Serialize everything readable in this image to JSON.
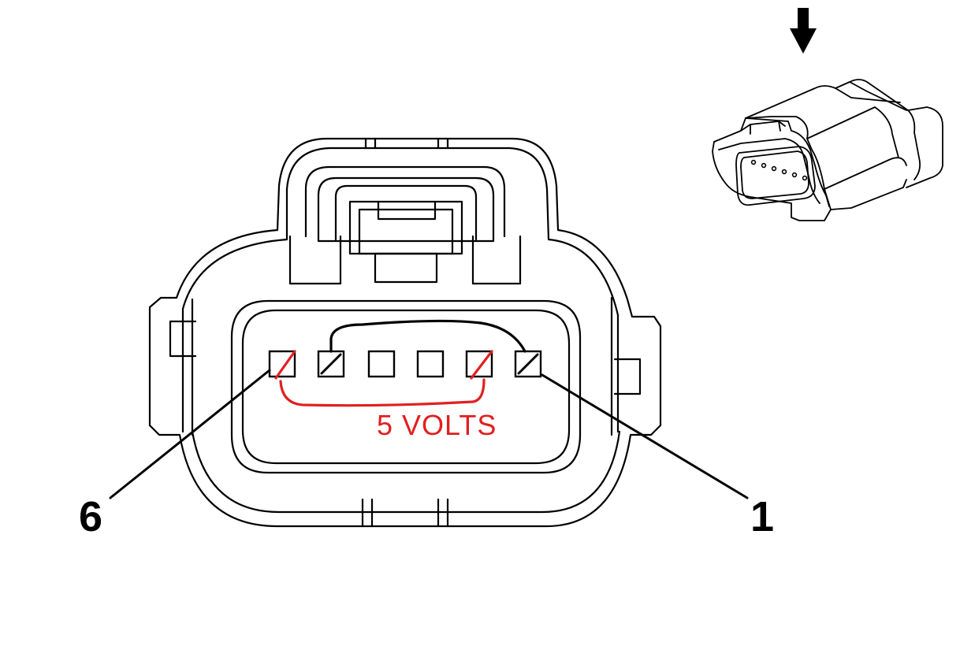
{
  "connector": {
    "pin_labels": {
      "left": "6",
      "right": "1"
    },
    "pin_count": 6
  },
  "annotations": {
    "red_bracket_label": "5 VOLTS",
    "red_color": "#e02020",
    "jumper_color": "#000000"
  },
  "colors": {
    "outline": "#000000",
    "background": "#ffffff"
  },
  "icons": {
    "arrow": "down-arrow-icon",
    "thumbnail": "connector-thumbnail-icon"
  }
}
